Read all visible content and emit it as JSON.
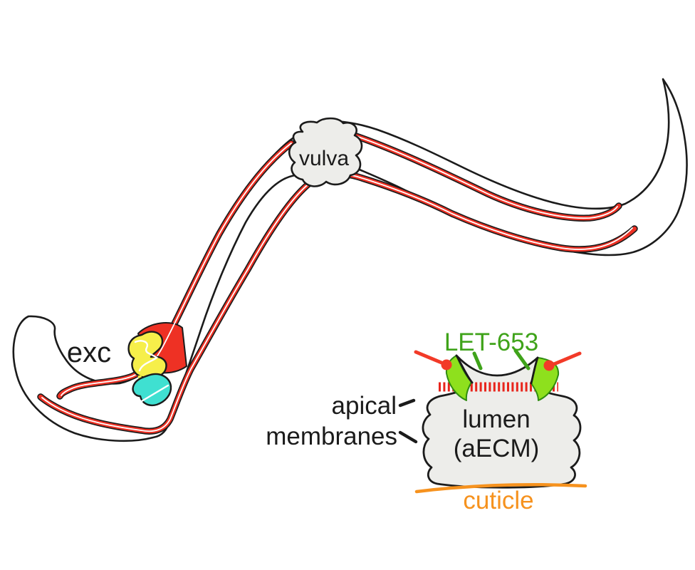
{
  "worm": {
    "exc_label": "exc",
    "vulva_label": "vulva"
  },
  "inset": {
    "let653_label": "LET-653",
    "apical_label": "apical",
    "membranes_label": "membranes",
    "lumen_label": "lumen",
    "lumen_sub_label": "(aECM)",
    "cuticle_label": "cuticle"
  },
  "colors": {
    "outline_black": "#1b1b1b",
    "canal_red": "#ee3124",
    "hatch_red": "#e8251c",
    "pin_red": "#f23a28",
    "excretory_cell_yellow": "#f6ef4a",
    "duct_pore_cell_cyan": "#3fe0d1",
    "tissue_gray": "#ededea",
    "let653_green": "#3fa31a",
    "let653_fill_green": "#8ee01d",
    "let653_edge_green": "#2f8c11",
    "cuticle_orange": "#f6921e",
    "background": "#ffffff"
  }
}
